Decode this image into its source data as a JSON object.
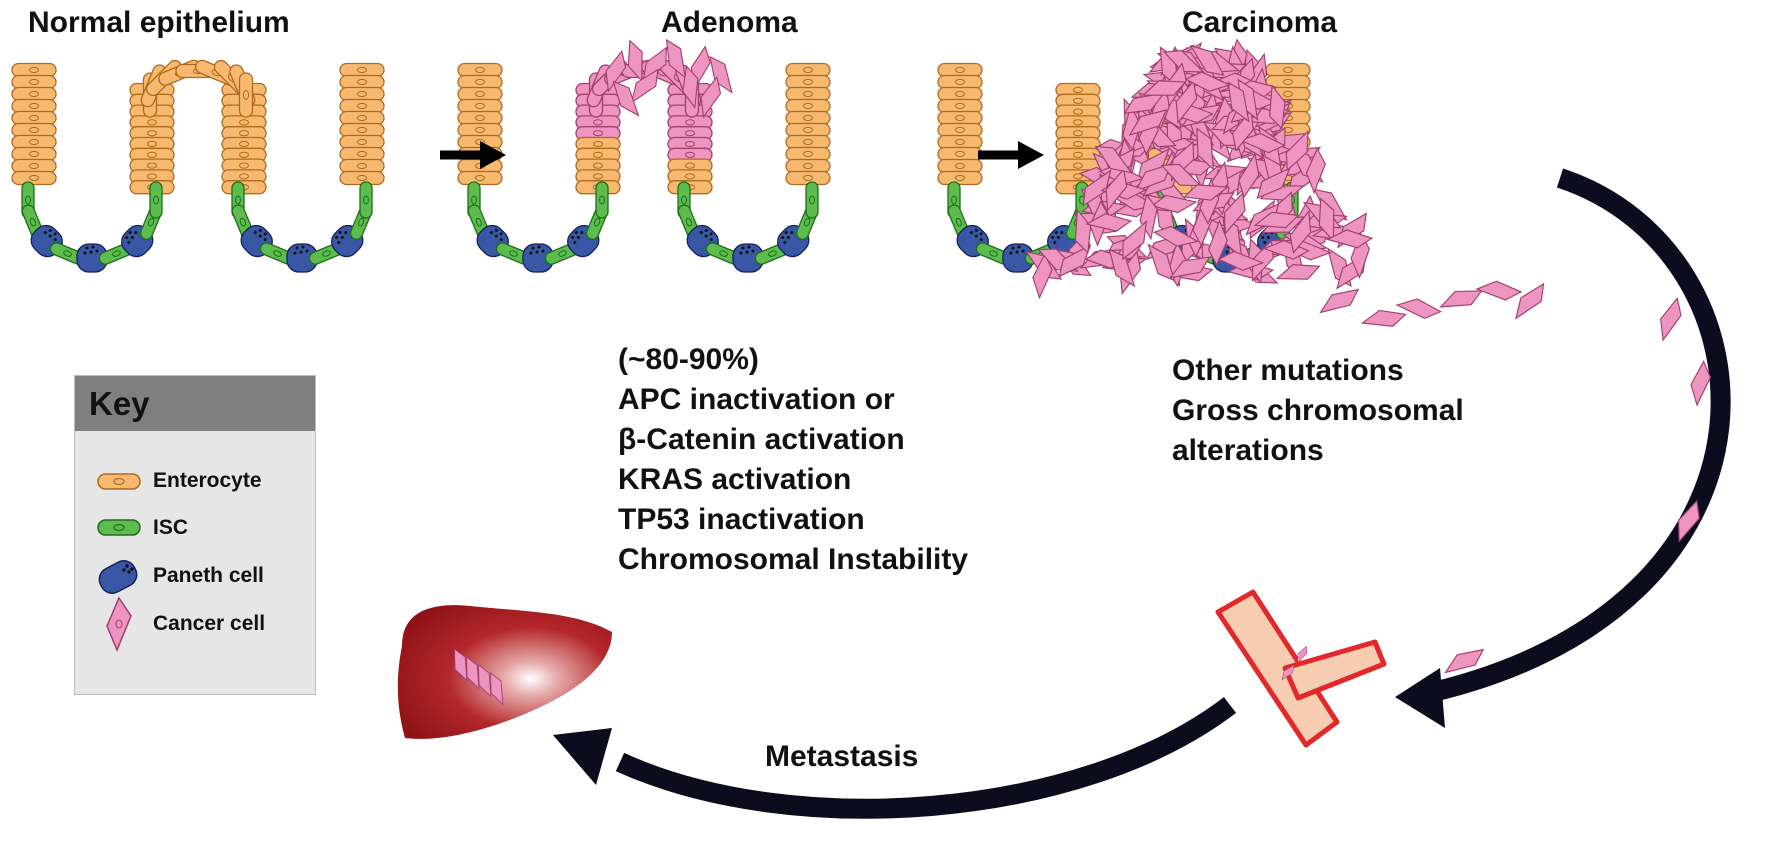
{
  "stages": {
    "normal": "Normal epithelium",
    "adenoma": "Adenoma",
    "carcinoma": "Carcinoma"
  },
  "adenoma_mutations": [
    "(~80-90%)",
    "APC inactivation or",
    "β-Catenin activation",
    "KRAS activation",
    "TP53 inactivation",
    "Chromosomal Instability"
  ],
  "carcinoma_mutations": [
    "Other mutations",
    "Gross chromosomal",
    "alterations"
  ],
  "key": {
    "title": "Key",
    "items": [
      {
        "label": "Enterocyte",
        "icon": "enterocyte-icon"
      },
      {
        "label": "ISC",
        "icon": "isc-icon"
      },
      {
        "label": "Paneth cell",
        "icon": "paneth-cell-icon"
      },
      {
        "label": "Cancer cell",
        "icon": "cancer-cell-icon"
      }
    ]
  },
  "metastasis_label": "Metastasis",
  "colors": {
    "enterocyte": "#f7b970",
    "enterocyte_stroke": "#b06a1e",
    "isc": "#5cbc4e",
    "isc_stroke": "#1f6e1a",
    "paneth": "#3a57a6",
    "paneth_stroke": "#14215a",
    "cancer": "#ee94c0",
    "cancer_stroke": "#a0406e",
    "vessel_fill": "#f6cdb0",
    "vessel_stroke": "#e2282a",
    "liver": "#a11a1e",
    "arrow": "#0c0c1e"
  }
}
